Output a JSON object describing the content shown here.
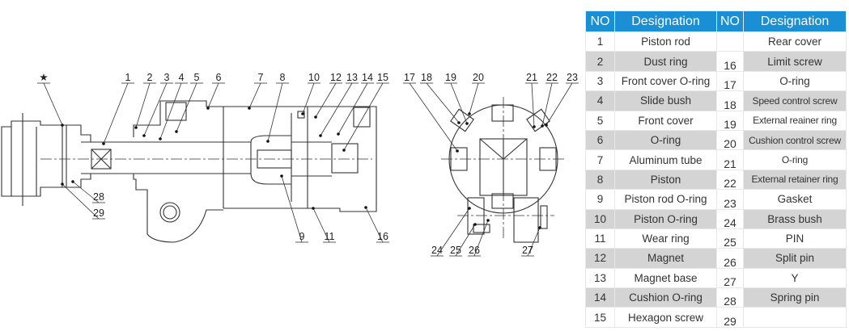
{
  "table": {
    "headers": [
      "NO",
      "Designation",
      "NO",
      "Designation"
    ],
    "left": [
      {
        "no": "1",
        "name": "Piston rod"
      },
      {
        "no": "2",
        "name": "Dust ring"
      },
      {
        "no": "3",
        "name": "Front cover O-ring"
      },
      {
        "no": "4",
        "name": "Slide bush"
      },
      {
        "no": "5",
        "name": "Front cover"
      },
      {
        "no": "6",
        "name": "O-ring"
      },
      {
        "no": "7",
        "name": "Aluminum tube"
      },
      {
        "no": "8",
        "name": "Piston"
      },
      {
        "no": "9",
        "name": "Piston rod O-ring"
      },
      {
        "no": "10",
        "name": "Piston O-ring"
      },
      {
        "no": "11",
        "name": "Wear ring"
      },
      {
        "no": "12",
        "name": "Magnet"
      },
      {
        "no": "13",
        "name": "Magnet base"
      },
      {
        "no": "14",
        "name": "Cushion O-ring"
      },
      {
        "no": "15",
        "name": "Hexagon screw"
      }
    ],
    "right_numbers": [
      "16",
      "17",
      "18",
      "19",
      "20",
      "21",
      "22",
      "23",
      "24",
      "25",
      "26",
      "27",
      "28",
      "29"
    ],
    "right_names": [
      "Rear cover",
      "Limit screw",
      "O-ring",
      "Speed control screw",
      "External reainer ring",
      "Cushion control screw",
      "O-ring",
      "External retainer ring",
      "Gasket",
      "Brass bush",
      "PIN",
      "Split pin",
      "Y",
      "Spring pin",
      ""
    ]
  },
  "callouts": [
    "★",
    "1",
    "2",
    "3",
    "4",
    "5",
    "6",
    "7",
    "8",
    "10",
    "12",
    "13",
    "14",
    "15",
    "9",
    "11",
    "16",
    "28",
    "29",
    "17",
    "18",
    "19",
    "20",
    "21",
    "22",
    "23",
    "24",
    "25",
    "26",
    "27"
  ],
  "colors": {
    "header": "#1a8fd6",
    "alt_row": "#d4d4d4",
    "line": "#333333"
  }
}
